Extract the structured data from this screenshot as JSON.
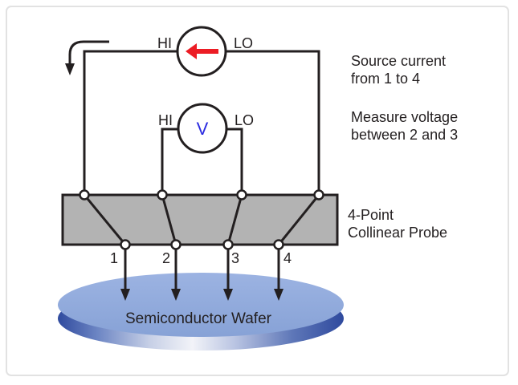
{
  "colors": {
    "ink": "#231f20",
    "current_arrow_red": "#ec1c24",
    "voltmeter_blue": "#2a2ae0",
    "probe_bar_gray": "#b3b3b3",
    "wafer_top_blue": "#8fa9da",
    "wafer_rim_blue": "#2f4a9e",
    "frame_border_gray": "#e2e2e2"
  },
  "current_source": {
    "hi_label": "HI",
    "lo_label": "LO"
  },
  "voltmeter": {
    "hi_label": "HI",
    "lo_label": "LO",
    "symbol": "V"
  },
  "annotations": {
    "source_current_line1": "Source current",
    "source_current_line2": "from 1 to 4",
    "measure_voltage_line1": "Measure voltage",
    "measure_voltage_line2": "between 2 and 3",
    "probe_label_line1": "4-Point",
    "probe_label_line2": "Collinear Probe"
  },
  "probe_pins": {
    "numbers": [
      "1",
      "2",
      "3",
      "4"
    ]
  },
  "wafer": {
    "label": "Semiconductor Wafer"
  }
}
